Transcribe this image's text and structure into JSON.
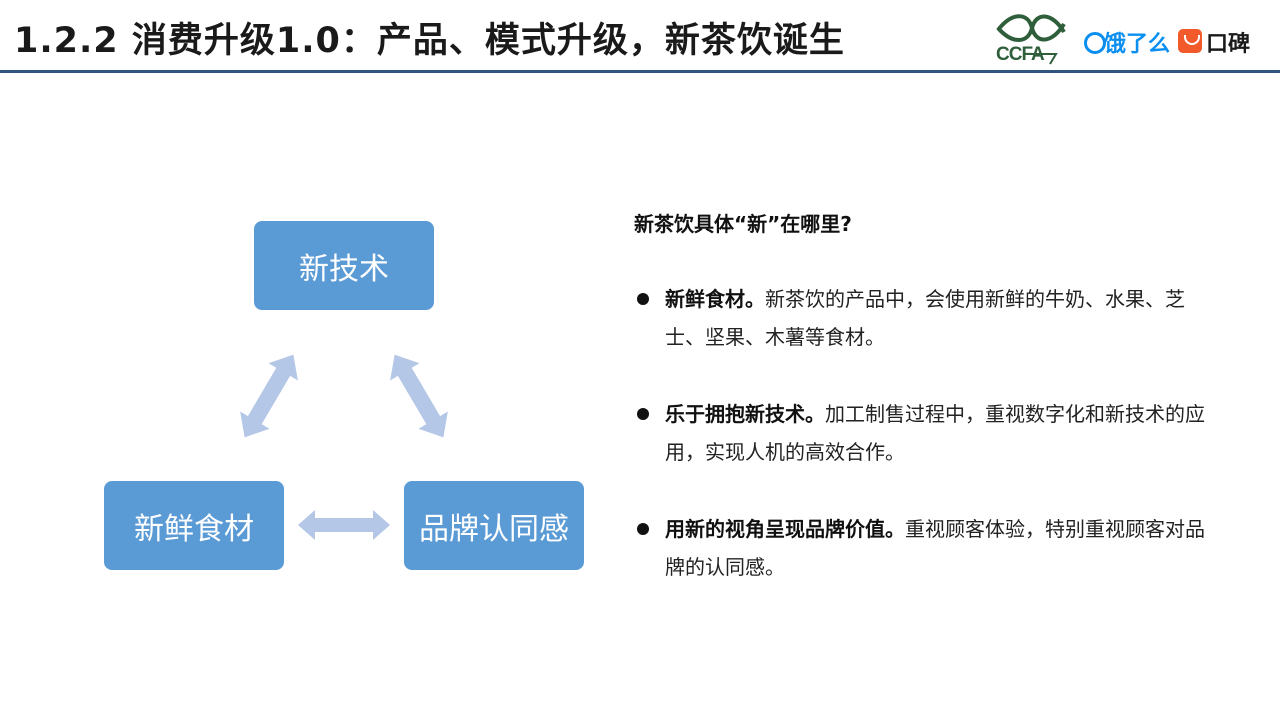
{
  "header": {
    "title": "1.2.2 消费升级1.0：产品、模式升级，新茶饮诞生",
    "logos": {
      "ccfa": "CCFA",
      "eleme": "饿了么",
      "koubei": "口碑"
    }
  },
  "diagram": {
    "nodes": {
      "top": "新技术",
      "left": "新鲜食材",
      "right": "品牌认同感"
    }
  },
  "content": {
    "question": "新茶饮具体“新”在哪里?",
    "bullets": [
      {
        "heading": "新鲜食材。",
        "text": "新茶饮的产品中，会使用新鲜的牛奶、水果、芝士、坚果、木薯等食材。"
      },
      {
        "heading": "乐于拥抱新技术。",
        "text": "加工制售过程中，重视数字化和新技术的应用，实现人机的高效合作。"
      },
      {
        "heading": "用新的视角呈现品牌价值。",
        "text": "重视顾客体验，特别重视顾客对品牌的认同感。"
      }
    ]
  },
  "colors": {
    "node": "#5b9bd5",
    "arrow": "#b4c7e7",
    "rule": "#2f5580",
    "ccfa": "#2e5e3a",
    "eleme": "#0a8ff0",
    "koubei": "#f25a2b"
  }
}
